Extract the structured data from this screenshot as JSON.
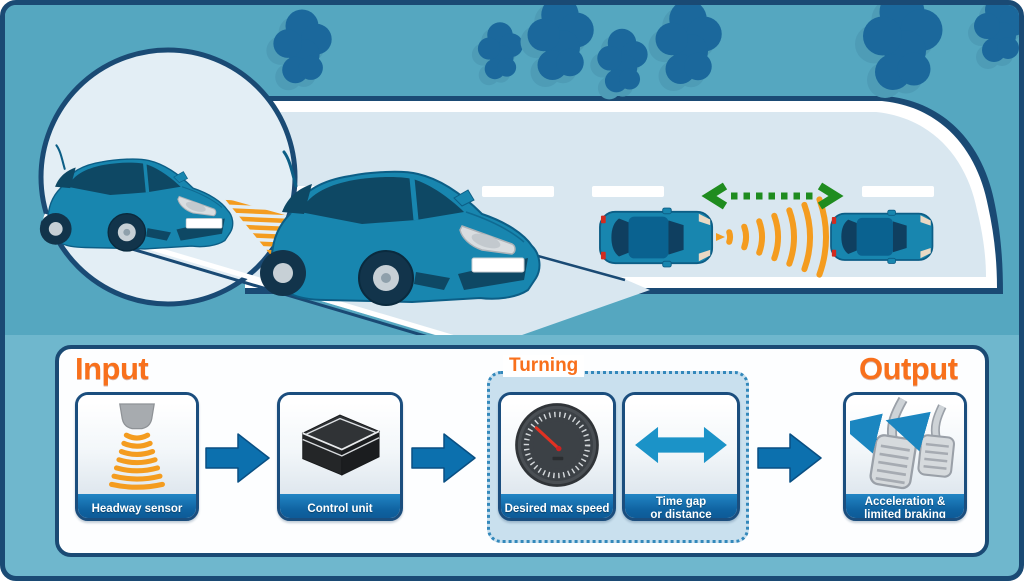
{
  "headings": {
    "input": "Input",
    "turning": "Turning",
    "output": "Output"
  },
  "flow_boxes": [
    {
      "id": "headway-sensor",
      "icon": "radar-sensor-icon",
      "label": "Headway sensor"
    },
    {
      "id": "control-unit",
      "icon": "control-box-icon",
      "label": "Control unit"
    },
    {
      "id": "desired-max-speed",
      "icon": "speedometer-icon",
      "label": "Desired max speed"
    },
    {
      "id": "time-gap",
      "icon": "double-arrow-icon",
      "label_line1": "Time gap",
      "label_line2": "or distance"
    },
    {
      "id": "acceleration-braking",
      "icon": "pedals-icon",
      "label_line1": "Acceleration &",
      "label_line2": "limited braking"
    }
  ],
  "colors": {
    "accent_orange": "#F8701C",
    "beam_orange": "#F49C1F",
    "panel_navy": "#1A4A74",
    "scene_teal": "#55A7C0",
    "lower_teal": "#6FB7CD",
    "road_light": "#D9E7F0",
    "flow_arrow_blue": "#0C70AE",
    "label_band_blue": "#0F62A0",
    "timegap_blue": "#1B93C8",
    "green_arrow": "#1F8C1F",
    "tree_blue": "#1B689C",
    "car_teal": "#1886AF"
  }
}
